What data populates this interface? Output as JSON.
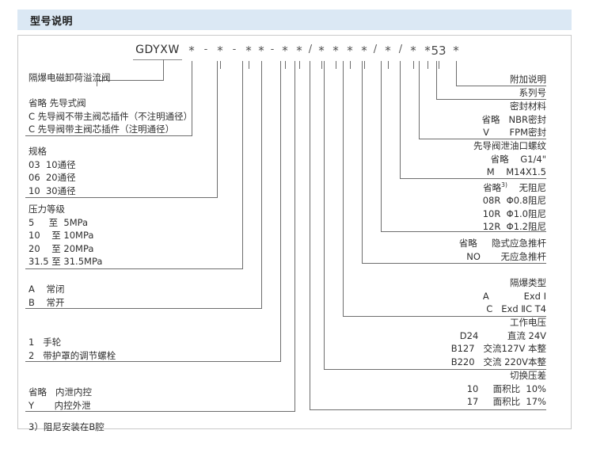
{
  "header": {
    "title": "型号说明"
  },
  "model_code": {
    "prefix": "GDYXW",
    "tokens": [
      "*",
      "-",
      "*",
      "-",
      "*",
      "*",
      "-",
      "*",
      "*",
      "/",
      "*",
      "*",
      "*",
      "*",
      "/",
      "*",
      "/",
      "*",
      "*",
      "53",
      "*"
    ]
  },
  "left_groups": [
    {
      "name": "product-name",
      "lines": [
        {
          "code": "",
          "desc": "隔爆电磁卸荷溢流阀"
        }
      ]
    },
    {
      "name": "pilot-type",
      "lines": [
        {
          "code": "",
          "desc": "省略 先导式阀"
        },
        {
          "code": "",
          "desc": "C 先导阀不带主阀芯插件（不注明通径）"
        },
        {
          "code": "",
          "desc": "C 先导阀带主阀芯插件（注明通径）"
        }
      ]
    },
    {
      "name": "size-spec",
      "lines": [
        {
          "code": "",
          "desc": "规格"
        },
        {
          "code": "",
          "desc": "03  10通径"
        },
        {
          "code": "",
          "desc": "06  20通径"
        },
        {
          "code": "",
          "desc": "10  30通径"
        }
      ]
    },
    {
      "name": "pressure-rating",
      "lines": [
        {
          "code": "",
          "desc": "压力等级"
        },
        {
          "code": "",
          "desc": "5     至  5MPa"
        },
        {
          "code": "",
          "desc": "10    至 10MPa"
        },
        {
          "code": "",
          "desc": "20    至 20MPa"
        },
        {
          "code": "",
          "desc": "31.5 至 31.5MPa"
        }
      ]
    },
    {
      "name": "normal-state",
      "lines": [
        {
          "code": "",
          "desc": "A    常闭"
        },
        {
          "code": "",
          "desc": "B    常开"
        }
      ]
    },
    {
      "name": "adjust-type",
      "lines": [
        {
          "code": "",
          "desc": "1   手轮"
        },
        {
          "code": "",
          "desc": "2   带护罩的调节螺栓"
        }
      ]
    },
    {
      "name": "drain-control",
      "lines": [
        {
          "code": "",
          "desc": "省略   内泄内控"
        },
        {
          "code": "",
          "desc": "Y       内控外泄"
        }
      ]
    }
  ],
  "footnote": "3）阻尼安装在B腔",
  "right_groups": [
    {
      "name": "additional-note",
      "lines": [
        "附加说明"
      ]
    },
    {
      "name": "series-number",
      "lines": [
        "系列号"
      ]
    },
    {
      "name": "seal-material",
      "lines": [
        "密封材料",
        "省略   NBR密封",
        "V       FPM密封"
      ]
    },
    {
      "name": "pilot-drain-thread",
      "lines": [
        "先导阀泄油口螺纹",
        "省略    G1/4\"",
        "M    M14X1.5"
      ]
    },
    {
      "name": "damping",
      "lines": [
        "省略3)    无阻尼",
        "08R  Φ0.8阻尼",
        "10R  Φ1.0阻尼",
        "12R  Φ1.2阻尼"
      ]
    },
    {
      "name": "emergency-rod",
      "lines": [
        "省略     隐式应急推杆",
        "NO       无应急推杆"
      ]
    },
    {
      "name": "explosion-proof-type",
      "lines": [
        "隔爆类型",
        "A            Exd Ⅰ",
        "C   Exd ⅡC T4"
      ]
    },
    {
      "name": "working-voltage",
      "lines": [
        "工作电压",
        "D24          直流 24V",
        "B127   交流127V 本整",
        "B220   交流 220V本整"
      ]
    },
    {
      "name": "switch-pressure-diff",
      "lines": [
        "切换压差",
        "10     面积比  10%",
        "17     面积比  17%"
      ]
    }
  ]
}
